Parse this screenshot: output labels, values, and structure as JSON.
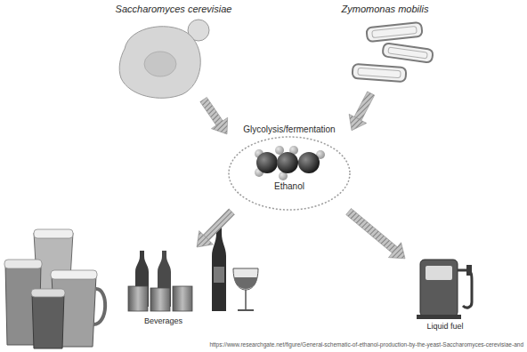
{
  "diagram": {
    "nodes": [
      {
        "text": [
          "Saccharomyces cerevisiae"
        ]
      },
      {
        "text": [
          "Zymomonas mobilis"
        ]
      },
      {
        "text": [
          "Glycolysis/fermentation",
          "Ethanol"
        ]
      },
      {
        "text": [
          "Beverages"
        ]
      },
      {
        "text": [
          "Liquid fuel"
        ]
      }
    ],
    "edges": [
      {
        "from": 0,
        "to": 2,
        "arrow": "to"
      },
      {
        "from": 1,
        "to": 2,
        "arrow": "to"
      },
      {
        "from": 2,
        "to": 3,
        "arrow": "to"
      },
      {
        "from": 2,
        "to": 4,
        "arrow": "to"
      }
    ],
    "labels": [
      "https://www.researchgate.net/figure/General-schematic-of-ethanol-production-by-the-yeast-Saccharomyces-cerevisiae-and"
    ]
  }
}
